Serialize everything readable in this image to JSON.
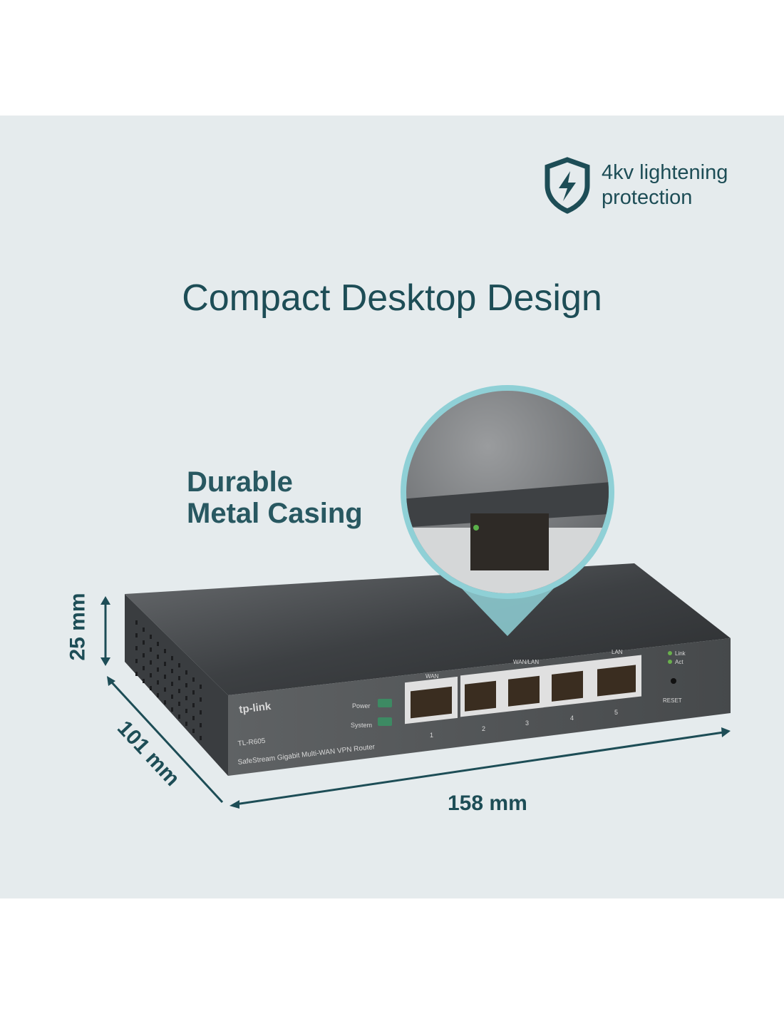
{
  "badge": {
    "icon": "shield-lightning-icon",
    "line1": "4kv lightening",
    "line2": "protection"
  },
  "headline": "Compact Desktop Design",
  "feature": {
    "line1": "Durable",
    "line2": "Metal Casing"
  },
  "dimensions": {
    "height": "25 mm",
    "depth": "101 mm",
    "width": "158 mm"
  },
  "device": {
    "brand": "tp-link",
    "model": "TL-R605",
    "description": "SafeStream Gigabit Multi-WAN VPN Router",
    "leds": [
      "Power",
      "System"
    ],
    "port_group_labels": {
      "wan": "WAN",
      "wanlan": "WAN/LAN",
      "lan": "LAN"
    },
    "port_numbers": [
      "1",
      "2",
      "3",
      "4",
      "5"
    ],
    "status_labels": [
      "Link",
      "Act"
    ],
    "reset_label": "RESET"
  },
  "colors": {
    "text": "#1d4d56",
    "background": "#e5ebed",
    "accent": "#5bbfc9"
  }
}
